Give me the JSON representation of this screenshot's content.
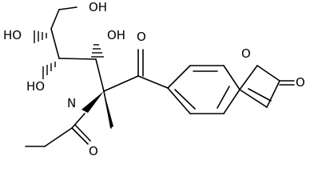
{
  "structure": {
    "atom_labels": {
      "oh_top": "OH",
      "ho_left": "HO",
      "oh_mid": "OH",
      "ho_low": "HO",
      "o_ketone": "O",
      "n_amide": "N",
      "o_ring": "O",
      "o_lactone": "O",
      "o_acetyl": "O"
    }
  },
  "colors": {
    "stroke": "#000000",
    "background": "#ffffff"
  }
}
